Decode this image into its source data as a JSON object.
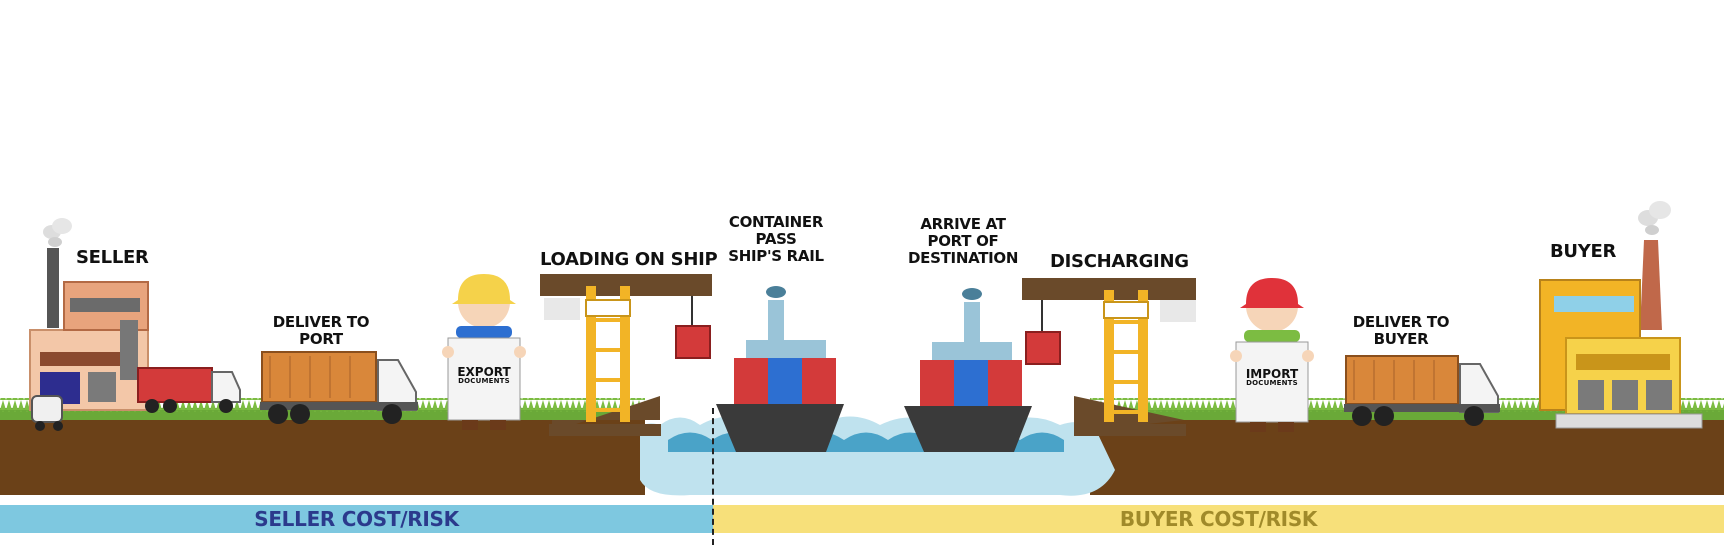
{
  "labels": {
    "seller": "SELLER",
    "deliver_to_port": [
      "DELIVER TO",
      "PORT"
    ],
    "export_documents": [
      "EXPORT",
      "DOCUMENTS"
    ],
    "loading_on_ship": "LOADING ON SHIP",
    "container_pass": [
      "CONTAINER",
      "PASS",
      "SHIP'S RAIL"
    ],
    "arrive_at_port": [
      "ARRIVE AT",
      "PORT OF",
      "DESTINATION"
    ],
    "discharging": "DISCHARGING",
    "import_documents": [
      "IMPORT",
      "DOCUMENTS"
    ],
    "deliver_to_buyer": [
      "DELIVER TO",
      "BUYER"
    ],
    "buyer": "BUYER"
  },
  "bands": {
    "seller": "SELLER COST/RISK",
    "buyer": "BUYER COST/RISK"
  },
  "colors": {
    "grass": "#6aa938",
    "soil": "#6b4118",
    "water": "#bfe2ee",
    "wave": "#4aa3c8",
    "container_orange": "#d9873a",
    "container_red": "#d33a3a",
    "crane_yellow": "#f2b426",
    "crane_beam": "#6a4a2a",
    "hull": "#3a3a3a",
    "seller_band": "#7ec8e0",
    "buyer_band": "#f7e07a"
  }
}
